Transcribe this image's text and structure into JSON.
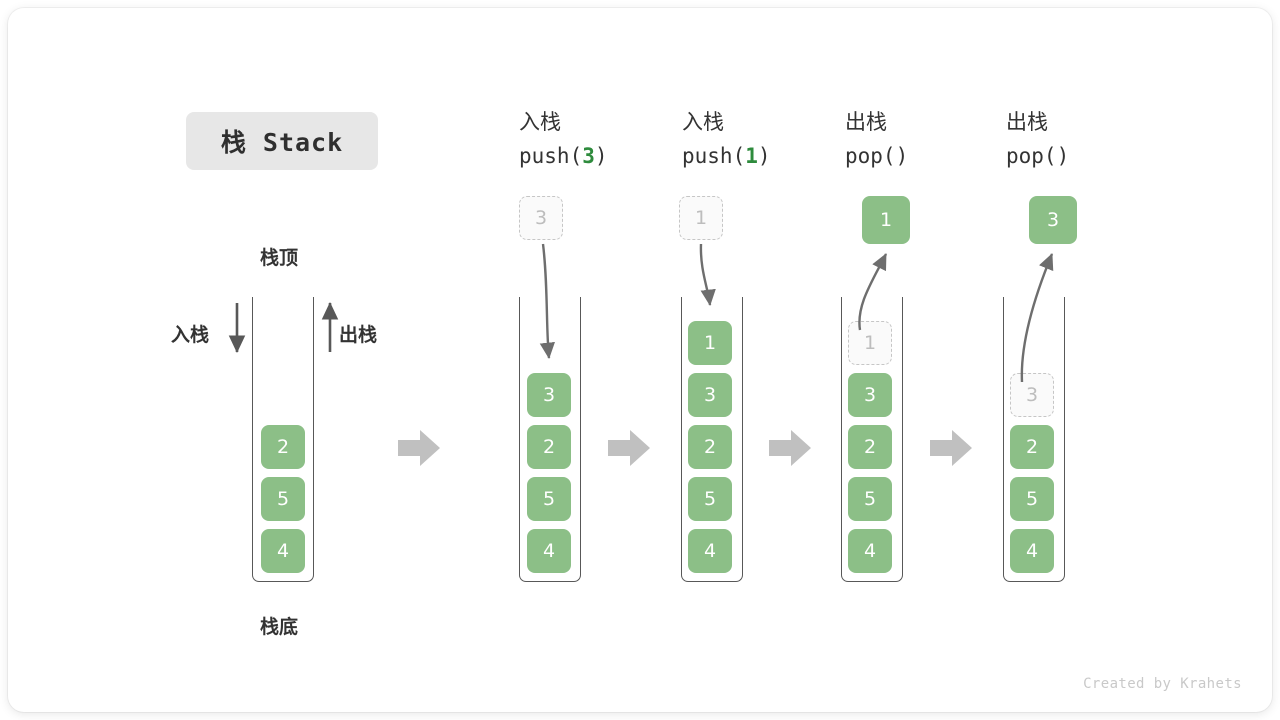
{
  "title": {
    "text": "栈 Stack"
  },
  "labels": {
    "top": "栈顶",
    "bottom": "栈底",
    "push_side": "入栈",
    "pop_side": "出栈"
  },
  "colors": {
    "block_green": "#8cbf87",
    "code_accent_green": "#2e8b3d",
    "ghost_fill": "#fafafa",
    "ghost_border": "#c6c6c6",
    "arrow_gray": "#c0c0c0",
    "curve_arrow": "#6e6e6e",
    "chip_bg": "#e7e7e7",
    "text": "#333333"
  },
  "columns": [
    {
      "id": "initial",
      "head_cn": "",
      "head_code": "",
      "floating": null,
      "cells": [
        "2",
        "5",
        "4"
      ]
    },
    {
      "id": "push-3",
      "head_cn": "入栈",
      "head_code_prefix": "push(",
      "head_code_num": "3",
      "head_code_suffix": ")",
      "floating": {
        "value": "3",
        "style": "ghost"
      },
      "cells": [
        "3",
        "2",
        "5",
        "4"
      ]
    },
    {
      "id": "push-1",
      "head_cn": "入栈",
      "head_code_prefix": "push(",
      "head_code_num": "1",
      "head_code_suffix": ")",
      "floating": {
        "value": "1",
        "style": "ghost"
      },
      "cells": [
        "1",
        "3",
        "2",
        "5",
        "4"
      ]
    },
    {
      "id": "pop-1",
      "head_cn": "出栈",
      "head_code_prefix": "pop(",
      "head_code_num": "",
      "head_code_suffix": ")",
      "floating": {
        "value": "1",
        "style": "solid"
      },
      "cells": [
        "1",
        "3",
        "2",
        "5",
        "4"
      ],
      "ghost_index": 0
    },
    {
      "id": "pop-2",
      "head_cn": "出栈",
      "head_code_prefix": "pop(",
      "head_code_num": "",
      "head_code_suffix": ")",
      "floating": {
        "value": "3",
        "style": "solid"
      },
      "cells": [
        "3",
        "2",
        "5",
        "4"
      ],
      "ghost_index": 0
    }
  ],
  "watermark": "Created by Krahets"
}
